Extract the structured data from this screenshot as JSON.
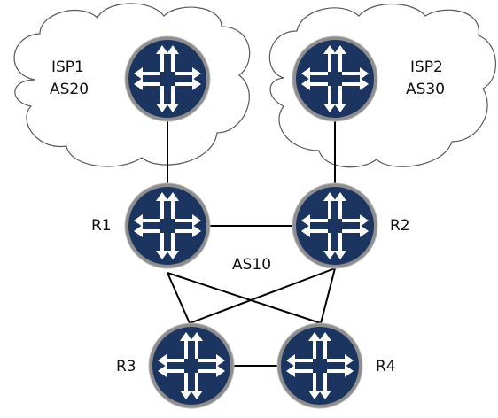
{
  "clouds": [
    {
      "id": "isp1",
      "name": "ISP1",
      "as": "AS20"
    },
    {
      "id": "isp2",
      "name": "ISP2",
      "as": "AS30"
    }
  ],
  "routers": [
    {
      "id": "isp1-router",
      "label": ""
    },
    {
      "id": "isp2-router",
      "label": ""
    },
    {
      "id": "r1",
      "label": "R1"
    },
    {
      "id": "r2",
      "label": "R2"
    },
    {
      "id": "r3",
      "label": "R3"
    },
    {
      "id": "r4",
      "label": "R4"
    }
  ],
  "as_label": "AS10",
  "links": [
    [
      "isp1-router",
      "r1"
    ],
    [
      "isp2-router",
      "r2"
    ],
    [
      "r1",
      "r2"
    ],
    [
      "r1",
      "r3"
    ],
    [
      "r1",
      "r4"
    ],
    [
      "r2",
      "r3"
    ],
    [
      "r2",
      "r4"
    ],
    [
      "r3",
      "r4"
    ]
  ],
  "colors": {
    "router_body": "#1c3560",
    "router_ring": "#8e8e8e",
    "link": "#000000"
  },
  "icons": {
    "router": "router-icon"
  }
}
